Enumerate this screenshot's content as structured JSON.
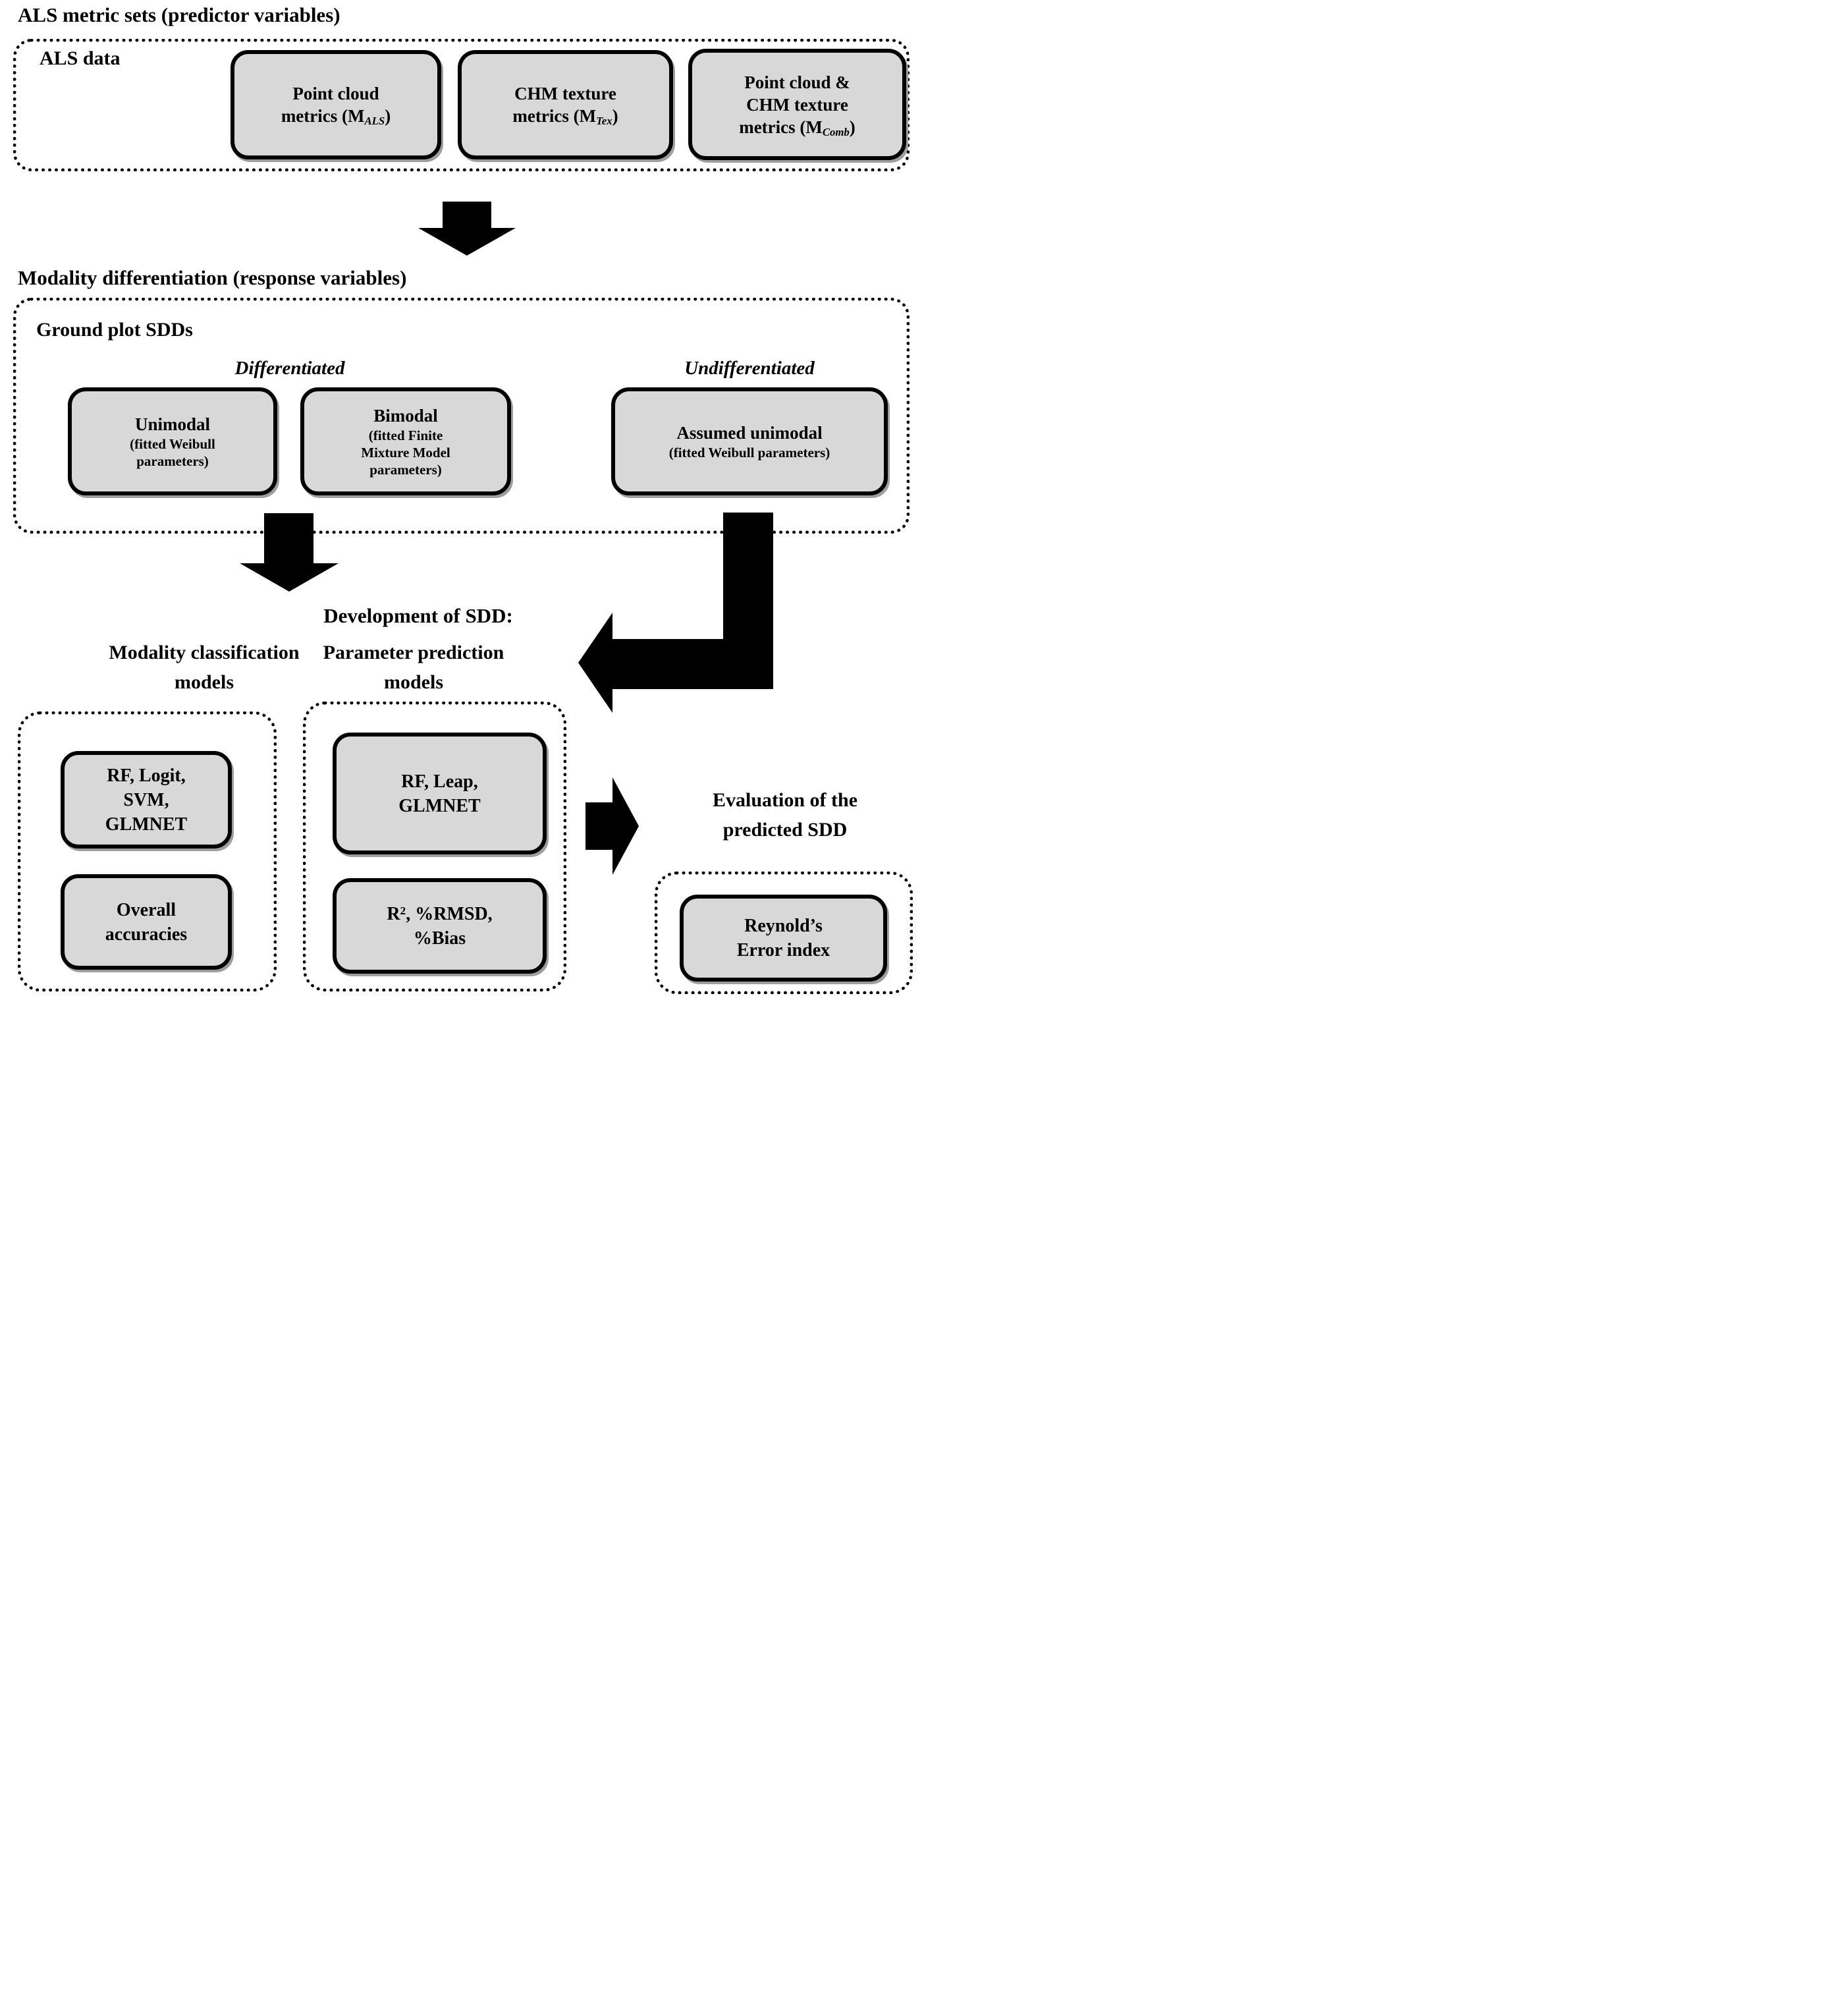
{
  "colors": {
    "background": "#ffffff",
    "box_fill": "#d8d8d8",
    "line": "#000000",
    "shadow": "#9e9e9e"
  },
  "section_als": {
    "heading": "ALS metric sets (predictor variables)",
    "container_label": "ALS data",
    "boxes": [
      {
        "line1": "Point cloud",
        "pre": "metrics (M",
        "sub": "ALS",
        "post": ")"
      },
      {
        "line1": "CHM texture",
        "pre": "metrics (M",
        "sub": "Tex",
        "post": ")"
      },
      {
        "line1": "Point cloud &",
        "line2": "CHM texture",
        "pre": "metrics (M",
        "sub": "Comb",
        "post": ")"
      }
    ]
  },
  "section_modality": {
    "heading": "Modality differentiation (response variables)",
    "container_label": "Ground plot SDDs",
    "differentiated_label": "Differentiated",
    "undifferentiated_label": "Undifferentiated",
    "unimodal": {
      "title": "Unimodal",
      "sub1": "(fitted Weibull",
      "sub2": "parameters)"
    },
    "bimodal": {
      "title": "Bimodal",
      "sub1": "(fitted Finite",
      "sub2": "Mixture Model",
      "sub3": "parameters)"
    },
    "assumed": {
      "title": "Assumed unimodal",
      "sub1": "(fitted Weibull parameters)"
    }
  },
  "section_development": {
    "heading": "Development of SDD:",
    "classification": {
      "heading_line1": "Modality classification",
      "heading_line2": "models",
      "models_line1": "RF, Logit,",
      "models_line2": "SVM,",
      "models_line3": "GLMNET",
      "metrics_line1": "Overall",
      "metrics_line2": "accuracies"
    },
    "prediction": {
      "heading_line1": "Parameter prediction",
      "heading_line2": "models",
      "models_line1": "RF, Leap,",
      "models_line2": "GLMNET",
      "metrics_r": "R",
      "metrics_sup": "2",
      "metrics_rest": ", %RMSD,",
      "metrics_line2": "%Bias"
    }
  },
  "section_evaluation": {
    "heading_line1": "Evaluation of the",
    "heading_line2": "predicted SDD",
    "box_line1": "Reynold’s",
    "box_line2": "Error index"
  }
}
